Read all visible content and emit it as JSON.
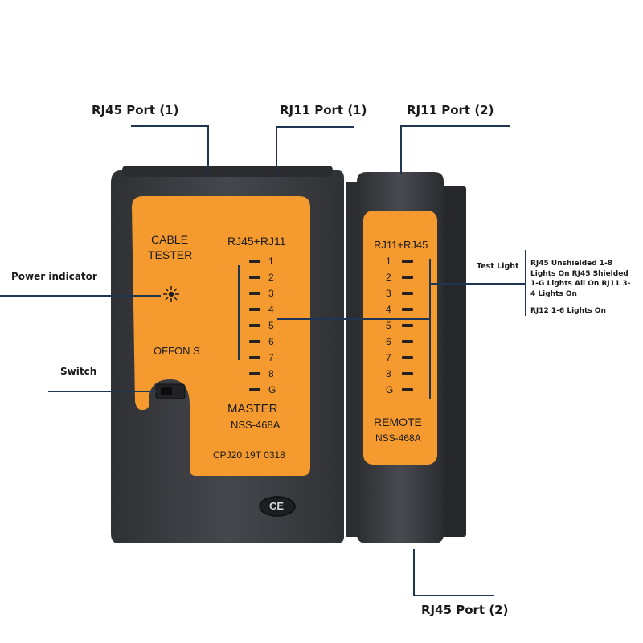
{
  "callouts": {
    "rj45_port_1": "RJ45 Port (1)",
    "rj11_port_1": "RJ11 Port (1)",
    "rj11_port_2": "RJ11 Port (2)",
    "power_indicator": "Power indicator",
    "switch": "Switch",
    "test_light": "Test Light",
    "rj45_port_2": "RJ45 Port (2)"
  },
  "notes": {
    "line1": "RJ45 Unshielded 1-8",
    "line2": "Lights On RJ45 Shielded",
    "line3": "1-G Lights All On RJ11 3-",
    "line4": "4 Lights On",
    "line5": "RJ12 1-6 Lights On"
  },
  "master": {
    "title_line1": "CABLE",
    "title_line2": "TESTER",
    "ports": "RJ45+RJ11",
    "switch_label": "OFFON S",
    "name": "MASTER",
    "model": "NSS-468A",
    "serial": "CPJ20  19T  0318",
    "leds": [
      "1",
      "2",
      "3",
      "4",
      "5",
      "6",
      "7",
      "8",
      "G"
    ]
  },
  "remote": {
    "ports": "RJ11+RJ45",
    "name": "REMOTE",
    "model": "NSS-468A",
    "leds": [
      "1",
      "2",
      "3",
      "4",
      "5",
      "6",
      "7",
      "8",
      "G"
    ]
  },
  "ce_mark": "CE",
  "colors": {
    "body": "#3b3d42",
    "panel": "#f59a2e",
    "line": "#1f3554"
  }
}
